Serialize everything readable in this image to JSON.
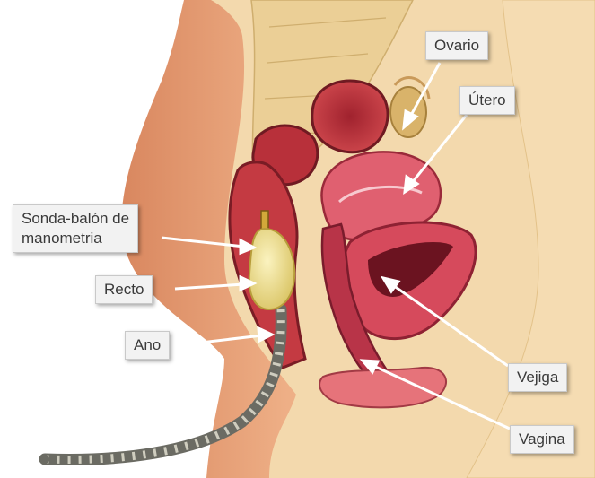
{
  "labels": {
    "ovario": "Ovario",
    "utero": "Útero",
    "sonda_line1": "Sonda-balón de",
    "sonda_line2": "manometria",
    "recto": "Recto",
    "ano": "Ano",
    "vejiga": "Vejiga",
    "vagina": "Vagina"
  },
  "colors": {
    "skin": "#e8a57d",
    "skin_light": "#f3c9a6",
    "tissue": "#f0d8a8",
    "spine": "#e6c98f",
    "muscle": "#c8323c",
    "muscle_dark": "#8b1f2b",
    "organ_pink": "#e05a6d",
    "balloon": "#f0e08a",
    "probe": "#b9b6a8"
  }
}
